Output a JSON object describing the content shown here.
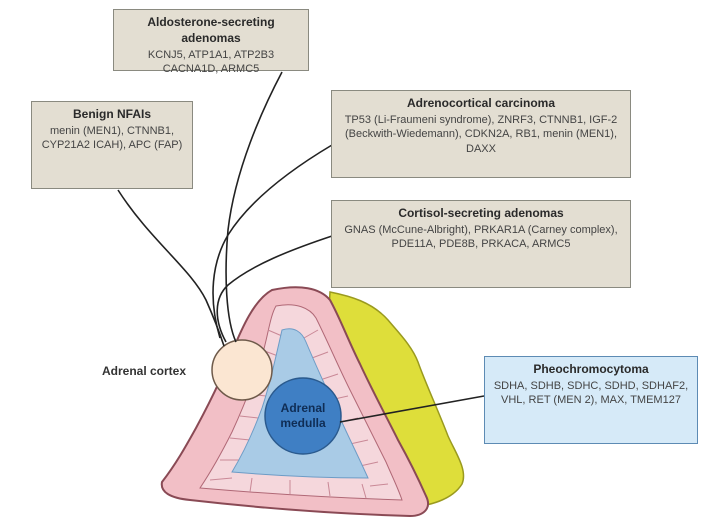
{
  "boxes": {
    "aldosterone": {
      "title": "Aldosterone-secreting adenomas",
      "genes": "KCNJ5, ATP1A1, ATP2B3 CACNA1D, ARMC5"
    },
    "benign_nfai": {
      "title": "Benign NFAIs",
      "genes": "menin (MEN1), CTNNB1, CYP21A2 ICAH), APC (FAP)"
    },
    "adrenocortical_carcinoma": {
      "title": "Adrenocortical carcinoma",
      "genes": "TP53 (Li-Fraumeni syndrome), ZNRF3, CTNNB1, IGF-2 (Beckwith-Wiedemann), CDKN2A, RB1, menin (MEN1), DAXX"
    },
    "cortisol": {
      "title": "Cortisol-secreting adenomas",
      "genes": "GNAS (McCune-Albright), PRKAR1A (Carney complex), PDE11A, PDE8B, PRKACA, ARMC5"
    },
    "pheochromocytoma": {
      "title": "Pheochromocytoma",
      "genes": "SDHA, SDHB, SDHC, SDHD, SDHAF2, VHL, RET (MEN 2), MAX, TMEM127"
    }
  },
  "labels": {
    "adrenal_cortex": "Adrenal cortex",
    "adrenal_medulla": "Adrenal medulla"
  },
  "colors": {
    "capsule_pink": "#f2bfc6",
    "capsule_outline": "#8a4a55",
    "inner_tissue": "#f5d7dc",
    "medulla_field": "#a9cbe6",
    "medulla_circle": "#3f7fc4",
    "fat_yellow": "#dede3a",
    "cortex_circle": "#fbe6d2",
    "box_grey": "#e3ded2",
    "box_blue": "#d6eaf8"
  }
}
